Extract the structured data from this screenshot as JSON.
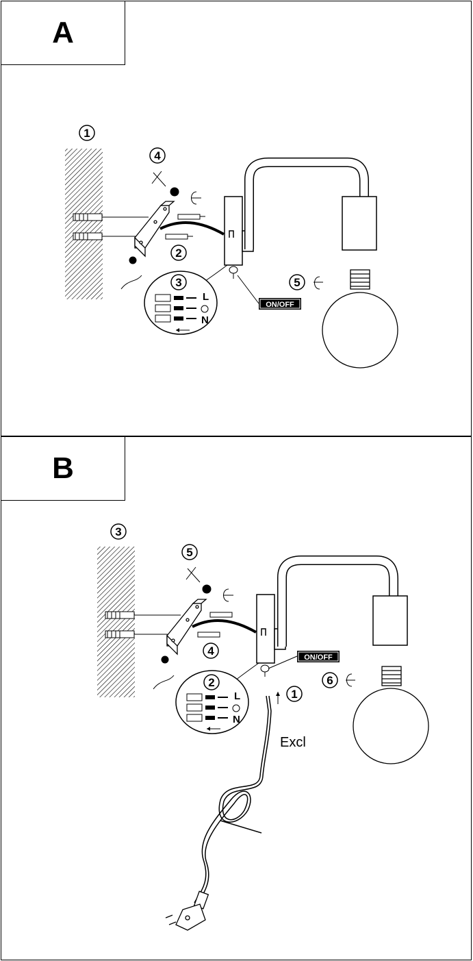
{
  "panels": [
    {
      "label": "A",
      "steps": [
        "1",
        "2",
        "3",
        "4",
        "5"
      ],
      "switch_label": "ON/OFF",
      "wire_labels": {
        "live": "L",
        "neutral": "N"
      }
    },
    {
      "label": "B",
      "steps": [
        "1",
        "2",
        "3",
        "4",
        "5",
        "6"
      ],
      "switch_label": "ON/OFF",
      "wire_labels": {
        "live": "L",
        "neutral": "N"
      },
      "cable_note": "Excl"
    }
  ]
}
